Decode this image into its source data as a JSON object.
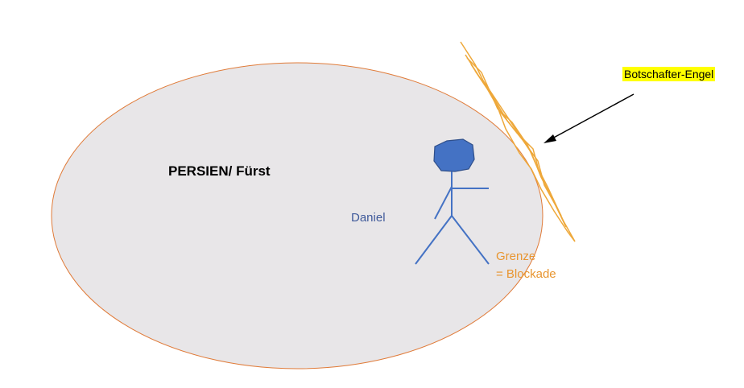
{
  "region": {
    "label": "PERSIEN/ Fürst"
  },
  "person": {
    "label": "Daniel"
  },
  "border": {
    "line1": "Grenze",
    "line2": "= Blockade"
  },
  "angel": {
    "label": "Botschafter-Engel"
  },
  "colors": {
    "region_fill": "#e8e6e8",
    "region_stroke": "#e07b39",
    "person": "#4472c4",
    "border": "#eea83a",
    "highlight": "#ffff00"
  }
}
